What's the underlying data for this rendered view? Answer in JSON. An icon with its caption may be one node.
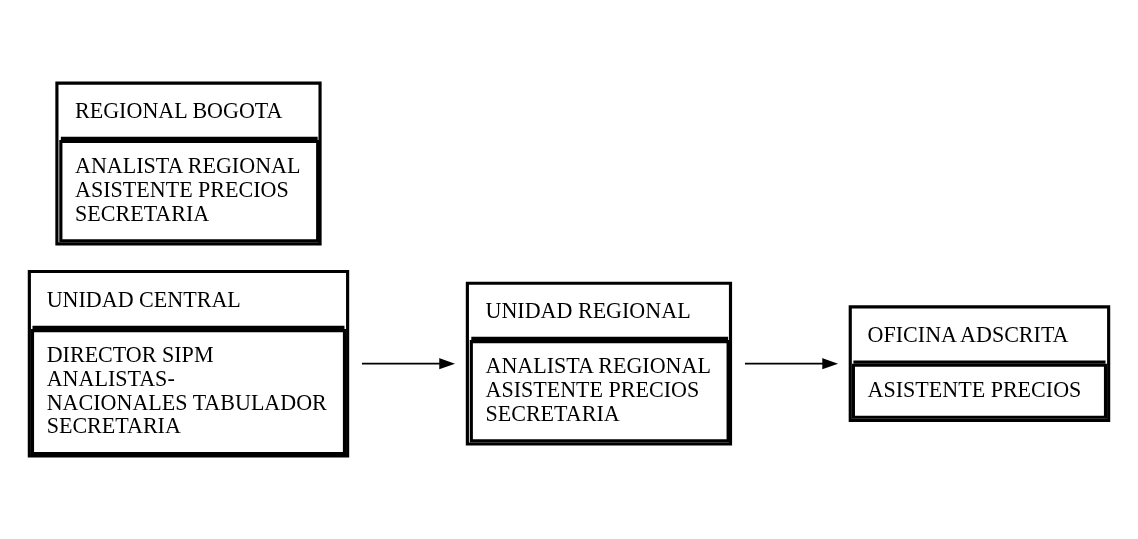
{
  "diagram": {
    "nodes": [
      {
        "text": [
          "UNIDAD CENTRAL",
          "DIRECTOR SIPM ANALISTAS- NACIONALES TABULADOR SECRETARIA"
        ]
      },
      {
        "text": [
          "REGIONAL BOGOTA",
          "ANALISTA REGIONAL ASISTENTE PRECIOS SECRETARIA"
        ]
      },
      {
        "text": [
          "UNIDAD REGIONAL",
          "ANALISTA REGIONAL ASISTENTE PRECIOS SECRETARIA"
        ]
      },
      {
        "text": [
          "OFICINA ADSCRITA",
          "ASISTENTE PRECIOS"
        ]
      }
    ],
    "edges": [
      {
        "from": 0,
        "to": 2,
        "arrow": "to"
      },
      {
        "from": 2,
        "to": 3,
        "arrow": "to"
      }
    ]
  }
}
